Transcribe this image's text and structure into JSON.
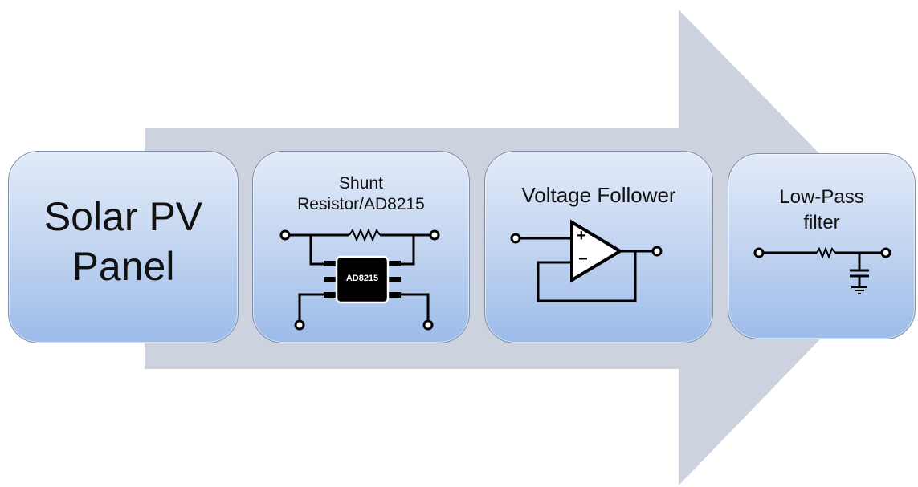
{
  "colors": {
    "arrow": "#ccd3de",
    "box_top": "#e2eaf8",
    "box_bottom": "#9cbbe9",
    "box_border": "#7f8fa8",
    "wire": "#000000"
  },
  "blocks": [
    {
      "label": "Solar PV Panel",
      "lines": [
        "Solar PV",
        "Panel"
      ]
    },
    {
      "label": "Shunt Resistor/AD8215",
      "lines": [
        "Shunt",
        "Resistor/AD8215"
      ],
      "chip_label": "AD8215",
      "icon": "shunt-resistor-ad8215-schematic"
    },
    {
      "label": "Voltage Follower",
      "lines": [
        "Voltage Follower"
      ],
      "opamp_plus": "+",
      "opamp_minus": "−",
      "icon": "voltage-follower-opamp-schematic"
    },
    {
      "label": "Low-Pass filter",
      "lines": [
        "Low-Pass",
        "filter"
      ],
      "icon": "rc-low-pass-filter-schematic"
    }
  ]
}
